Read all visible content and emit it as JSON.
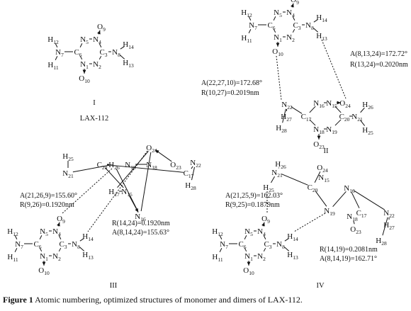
{
  "caption": {
    "label": "Figure 1",
    "text": " Atomic numbering, optimized structures of monomer and dimers of LAX-112."
  },
  "panels": {
    "I": {
      "roman": "I",
      "name": "LAX-112"
    },
    "II": {
      "roman": "II",
      "ann_a1": "A(8,13,24)=172.72°",
      "ann_r1": "R(13,24)=0.2020nm",
      "ann_a2": "A(22,27,10)=172.68°",
      "ann_r2": "R(10,27)=0.2019nm"
    },
    "III": {
      "roman": "III",
      "ann_a1": "A(21,26,9)=155.60°",
      "ann_r1": "R(9,26)=0.1920nm",
      "ann_r2": "R(14,24)=0.1920nm",
      "ann_a2": "A(8,14,24)=155.63°"
    },
    "IV": {
      "roman": "IV",
      "ann_a1": "A(21,25,9)=162.03°",
      "ann_r1": "R(9,25)=0.1879nm",
      "ann_r2": "R(14,19)=0.2081nm",
      "ann_a2": "A(8,14,19)=162.71°"
    }
  },
  "atoms": {
    "I": [
      [
        "H",
        "12"
      ],
      [
        "N",
        "7"
      ],
      [
        "H",
        "11"
      ],
      [
        "C",
        "6"
      ],
      [
        "N",
        "5"
      ],
      [
        "N",
        "4"
      ],
      [
        "O",
        "9"
      ],
      [
        "C",
        "3"
      ],
      [
        "N",
        "8"
      ],
      [
        "H",
        "14"
      ],
      [
        "H",
        "13"
      ],
      [
        "N",
        "1"
      ],
      [
        "N",
        "2"
      ],
      [
        "O",
        "10"
      ]
    ],
    "II": [
      [
        "H",
        "12"
      ],
      [
        "N",
        "7"
      ],
      [
        "H",
        "11"
      ],
      [
        "C",
        "6"
      ],
      [
        "N",
        "5"
      ],
      [
        "N",
        "4"
      ],
      [
        "O",
        "9"
      ],
      [
        "C",
        "3"
      ],
      [
        "N",
        "8"
      ],
      [
        "H",
        "14"
      ],
      [
        "H",
        "13"
      ],
      [
        "N",
        "1"
      ],
      [
        "N",
        "2"
      ],
      [
        "O",
        "10"
      ],
      [
        "O",
        "24"
      ],
      [
        "N",
        "16"
      ],
      [
        "N",
        "15"
      ],
      [
        "C",
        "17"
      ],
      [
        "C",
        "20"
      ],
      [
        "N",
        "21"
      ],
      [
        "H",
        "26"
      ],
      [
        "H",
        "25"
      ],
      [
        "H",
        "27"
      ],
      [
        "N",
        "22"
      ],
      [
        "H",
        "28"
      ],
      [
        "N",
        "18"
      ],
      [
        "N",
        "19"
      ],
      [
        "O",
        "23"
      ]
    ],
    "III": [
      [
        "H",
        "12"
      ],
      [
        "N",
        "7"
      ],
      [
        "H",
        "11"
      ],
      [
        "C",
        "6"
      ],
      [
        "N",
        "5"
      ],
      [
        "N",
        "4"
      ],
      [
        "O",
        "9"
      ],
      [
        "C",
        "3"
      ],
      [
        "N",
        "8"
      ],
      [
        "H",
        "14"
      ],
      [
        "H",
        "13"
      ],
      [
        "N",
        "1"
      ],
      [
        "N",
        "2"
      ],
      [
        "O",
        "10"
      ],
      [
        "H",
        "25"
      ],
      [
        "N",
        "21"
      ],
      [
        "H",
        "26"
      ],
      [
        "C",
        "20"
      ],
      [
        "N",
        "19"
      ],
      [
        "N",
        "18"
      ],
      [
        "O",
        "23"
      ],
      [
        "C",
        "17"
      ],
      [
        "N",
        "22"
      ],
      [
        "H",
        "28"
      ],
      [
        "H",
        "27"
      ],
      [
        "N",
        "15"
      ],
      [
        "N",
        "16"
      ],
      [
        "O",
        "24"
      ]
    ],
    "IV": [
      [
        "H",
        "12"
      ],
      [
        "N",
        "7"
      ],
      [
        "H",
        "11"
      ],
      [
        "C",
        "6"
      ],
      [
        "N",
        "5"
      ],
      [
        "N",
        "4"
      ],
      [
        "O",
        "9"
      ],
      [
        "C",
        "3"
      ],
      [
        "N",
        "8"
      ],
      [
        "H",
        "14"
      ],
      [
        "H",
        "13"
      ],
      [
        "N",
        "1"
      ],
      [
        "N",
        "2"
      ],
      [
        "O",
        "10"
      ],
      [
        "H",
        "26"
      ],
      [
        "N",
        "21"
      ],
      [
        "H",
        "25"
      ],
      [
        "C",
        "20"
      ],
      [
        "O",
        "24"
      ],
      [
        "N",
        "15"
      ],
      [
        "N",
        "16"
      ],
      [
        "N",
        "19"
      ],
      [
        "C",
        "17"
      ],
      [
        "N",
        "18"
      ],
      [
        "O",
        "23"
      ],
      [
        "N",
        "22"
      ],
      [
        "H",
        "27"
      ],
      [
        "H",
        "28"
      ]
    ]
  }
}
